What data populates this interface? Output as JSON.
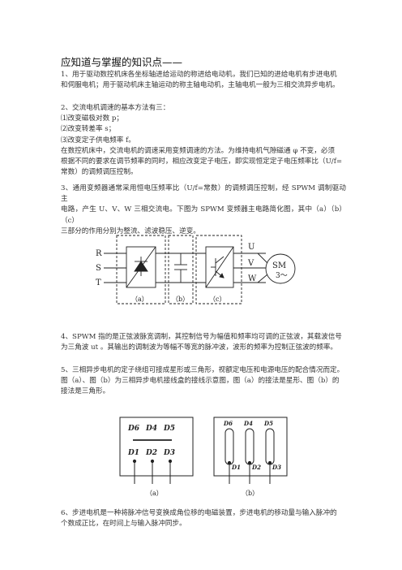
{
  "title": "应知道与掌握的知识点——",
  "p1": [
    "1、用于驱动数控机床各坐标轴进给运动的称进给电动机，我们已知的进给电机有步进电机",
    "和伺服电机；用于驱动机床主轴运动的称主轴电动机，主轴电机一般为三相交流异步电机。"
  ],
  "p2": [
    "2、交流电机调速的基本方法有三：",
    "⑴改变磁极对数 p；",
    "⑵改变转差率 s；",
    "⑶改变定子供电频率 f。",
    "在数控机床中，交流电机的调速采用变频调速的方法。为维持电机气隙磁通 φ 不变，必须",
    "根据不同的要求在调节频率的同时，相应改变定子电压，即实现恒定定子电压频率比（U/f=",
    "常数）的调频调压控制。"
  ],
  "p3": [
    "3、通用变频器通常采用恒电压频率比（U/f=常数）的调频调压控制，经 SPWM 调制驱动主",
    "电路，产生 U、V、W 三相交流电。下图为 SPWM 变频器主电路简化图，其中（a）（b）（c）",
    "三部分的作用分别为整流、滤波稳压、逆变。"
  ],
  "fig1": {
    "inputs": [
      "R",
      "S",
      "T"
    ],
    "outputs": [
      "U",
      "V",
      "W"
    ],
    "motor_line1": "SM",
    "motor_line2": "3～",
    "labels": [
      "（a）",
      "（b）",
      "（c）"
    ]
  },
  "p4": [
    "4、SPWM 指的是正弦波脉宽调制，其控制信号为幅值和频率均可调的正弦波，其载波信号",
    "为三角波 ut 。其输出的调制波为等幅不等宽的脉冲波，波形的频率为控制正弦波的频率。"
  ],
  "p5": [
    "5、三相异步电机的定子绕组可接成星形或三角形，视额定电压和电源电压的配合情况而定。",
    "图（a）、图（b）为三相异步电机接线盒的接线示意图，图（a）的接法是星形、图（b）的",
    "接法是三角形。"
  ],
  "fig2": {
    "a_top": [
      "D6",
      "D4",
      "D5"
    ],
    "a_bottom": [
      "D1",
      "D2",
      "D3"
    ],
    "b_top": [
      "D6",
      "D4",
      "D5"
    ],
    "b_bottom": [
      "D1",
      "D2",
      "D3"
    ],
    "label_a": "（a）",
    "label_b": "（b）"
  },
  "p6": [
    "6、步进电机是一种将脉冲信号变换成角位移的电磁装置，步进电机的移动量与输入脉冲的",
    "个数成正比，在时间上与输入脉冲同步。"
  ]
}
